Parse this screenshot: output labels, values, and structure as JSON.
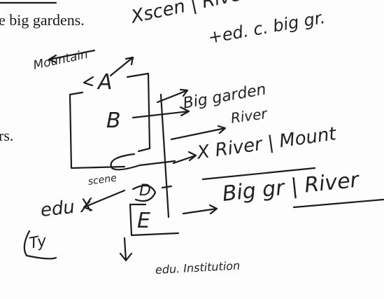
{
  "printed_text": {
    "line1": "e big gardens.",
    "line2": "rs."
  },
  "handwriting": {
    "scene_river_top": "Xscen | River",
    "edu_c_big_gr": "+ed. c. big gr.",
    "mountain_label": "Mountain",
    "node_a": "A",
    "node_b": "B",
    "node_d": "D",
    "node_e": "E",
    "big_garden": "Big garden",
    "river_mid": "River",
    "x_river_mount": "X River | Mount",
    "scene_small": "scene",
    "edu_x": "edu X",
    "big_gr_river": "Big gr | River",
    "tag_left": "Ty",
    "edu_institution": "edu. Institution"
  }
}
